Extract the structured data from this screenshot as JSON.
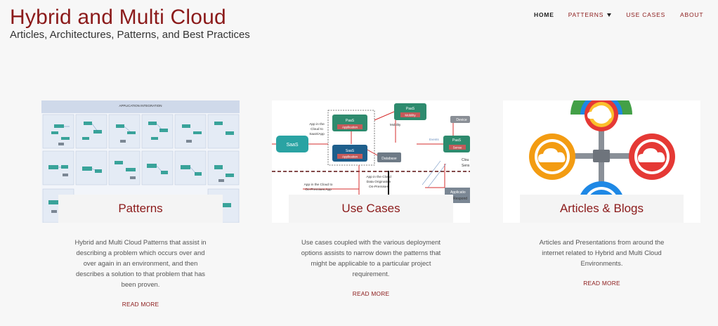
{
  "site": {
    "title": "Hybrid and Multi Cloud",
    "tagline": "Articles, Architectures, Patterns, and Best Practices"
  },
  "nav": {
    "home": "HOME",
    "patterns": "PATTERNS",
    "use_cases": "USE CASES",
    "about": "ABOUT"
  },
  "cards": [
    {
      "title": "Patterns",
      "description": "Hybrid and Multi Cloud Patterns that assist in describing a problem which occurs over and over again in an environment, and then describes a solution to that problem that has been proven.",
      "link": "READ MORE",
      "image": {
        "header": "APPLICATION INTEGRATION"
      }
    },
    {
      "title": "Use Cases",
      "description": "Use cases coupled with the various deployment options assists to narrow down the patterns that might be applicable to a particular project requirement.",
      "link": "READ MORE",
      "image": {
        "saas": "SaaS",
        "paas": "PaaS",
        "application": "Application",
        "mobility": "Mobility",
        "database": "Database",
        "device": "Device",
        "events": "Events",
        "sense": "Sense",
        "app_cloud_saas": [
          "App in the",
          "Cloud to",
          "SaaS/App"
        ],
        "app_cloud_onprem": [
          "App in the Cloud to",
          "On-Premises App"
        ],
        "app_cloud_data": [
          "App in the Cloud",
          "Data Origination",
          "On-Premises"
        ],
        "clou": "Clou",
        "sens": "Sens",
        "applicatio": "Applicatio",
        "respond": "Respond"
      }
    },
    {
      "title": "Articles & Blogs",
      "description": "Articles and Presentations from around the internet related to Hybrid and Multi Cloud Environments.",
      "link": "READ MORE"
    }
  ],
  "colors": {
    "accent": "#8b1a1a",
    "teal": "#2e8b84",
    "blue": "#1e88e5",
    "orange": "#f39c12",
    "red": "#e53935",
    "green": "#43a047"
  }
}
